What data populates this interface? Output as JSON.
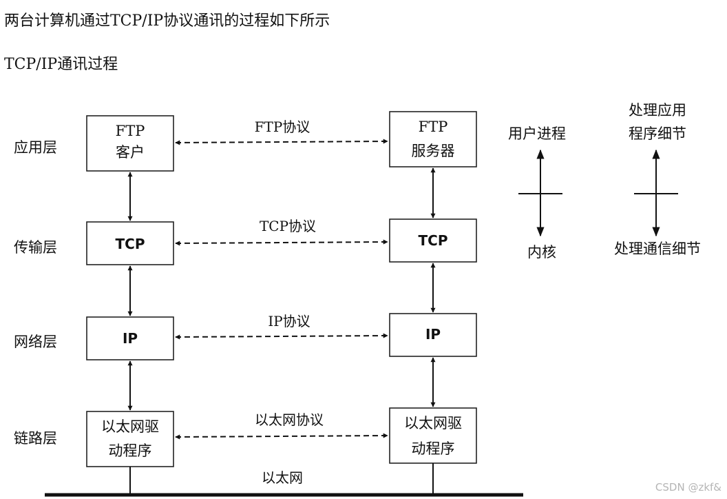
{
  "intro": {
    "line1": "两台计算机通过TCP/IP协议通讯的过程如下所示",
    "line2": "TCP/IP通讯过程"
  },
  "layers": {
    "application": "应用层",
    "transport": "传输层",
    "network": "网络层",
    "link": "链路层"
  },
  "left_stack": {
    "app_line1": "FTP",
    "app_line2": "客户",
    "transport": "TCP",
    "network": "IP",
    "link_line1": "以太网驱",
    "link_line2": "动程序"
  },
  "right_stack": {
    "app_line1": "FTP",
    "app_line2": "服务器",
    "transport": "TCP",
    "network": "IP",
    "link_line1": "以太网驱",
    "link_line2": "动程序"
  },
  "protocols": {
    "ftp": "FTP协议",
    "tcp": "TCP协议",
    "ip": "IP协议",
    "ethernet": "以太网协议"
  },
  "medium": "以太网",
  "legend_process": {
    "top": "用户进程",
    "bottom": "内核"
  },
  "legend_detail": {
    "top_line1": "处理应用",
    "top_line2": "程序细节",
    "bottom": "处理通信细节"
  },
  "watermark": "CSDN @zkf&"
}
